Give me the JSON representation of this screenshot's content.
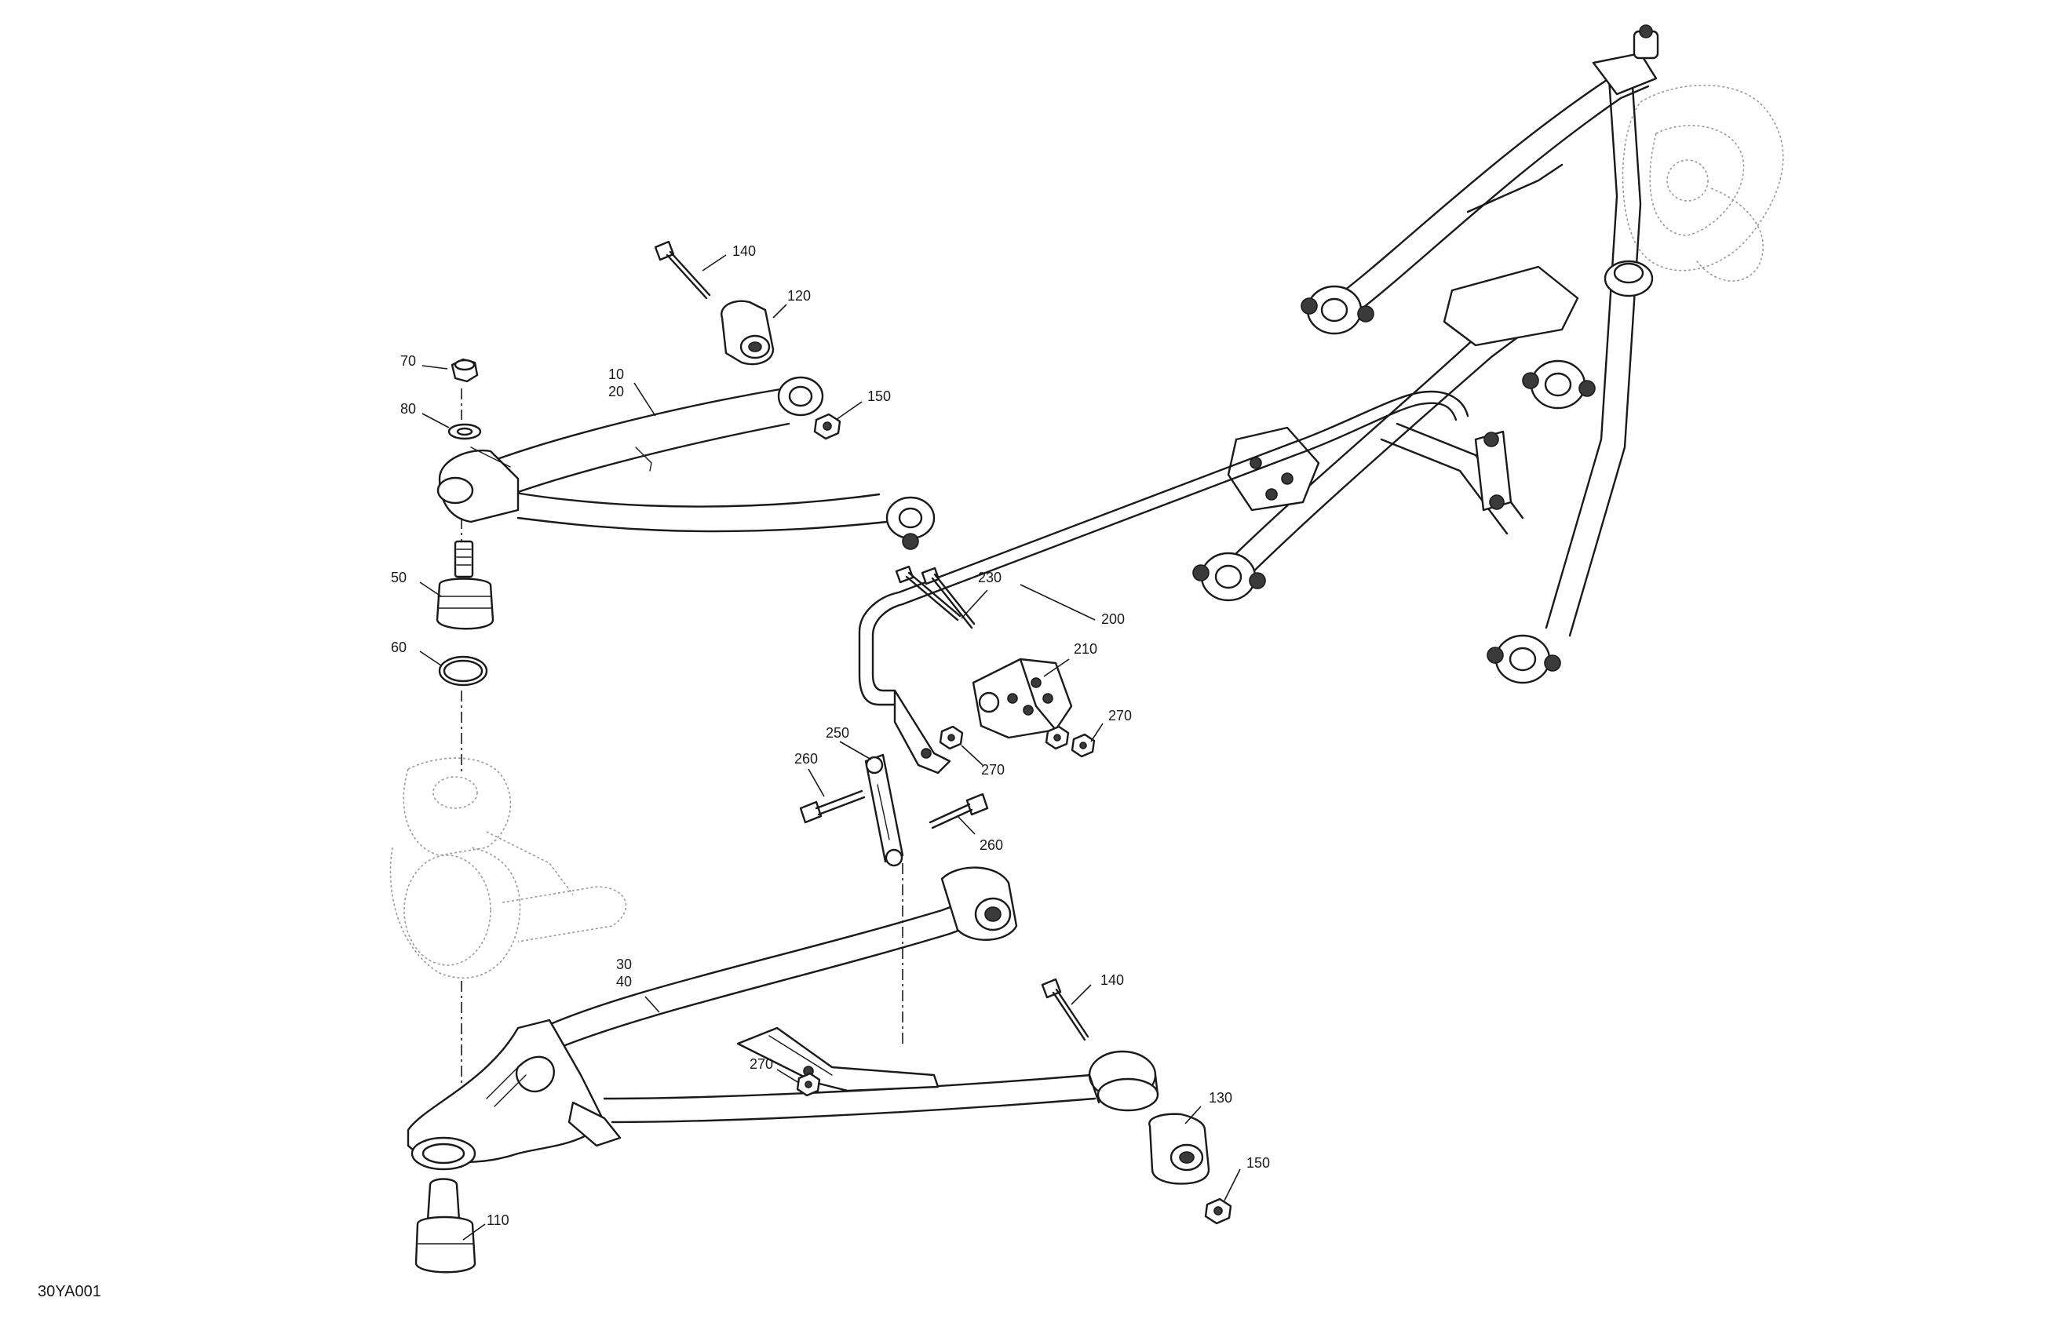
{
  "diagram": {
    "drawing_code": "30YA001",
    "callouts": {
      "c10": "10",
      "c20": "20",
      "c30": "30",
      "c40": "40",
      "c50": "50",
      "c60": "60",
      "c70": "70",
      "c80": "80",
      "c110": "110",
      "c120": "120",
      "c130": "130",
      "c140a": "140",
      "c140b": "140",
      "c150a": "150",
      "c150b": "150",
      "c200": "200",
      "c210": "210",
      "c230": "230",
      "c250": "250",
      "c260a": "260",
      "c260b": "260",
      "c270a": "270",
      "c270b": "270",
      "c270c": "270"
    }
  }
}
